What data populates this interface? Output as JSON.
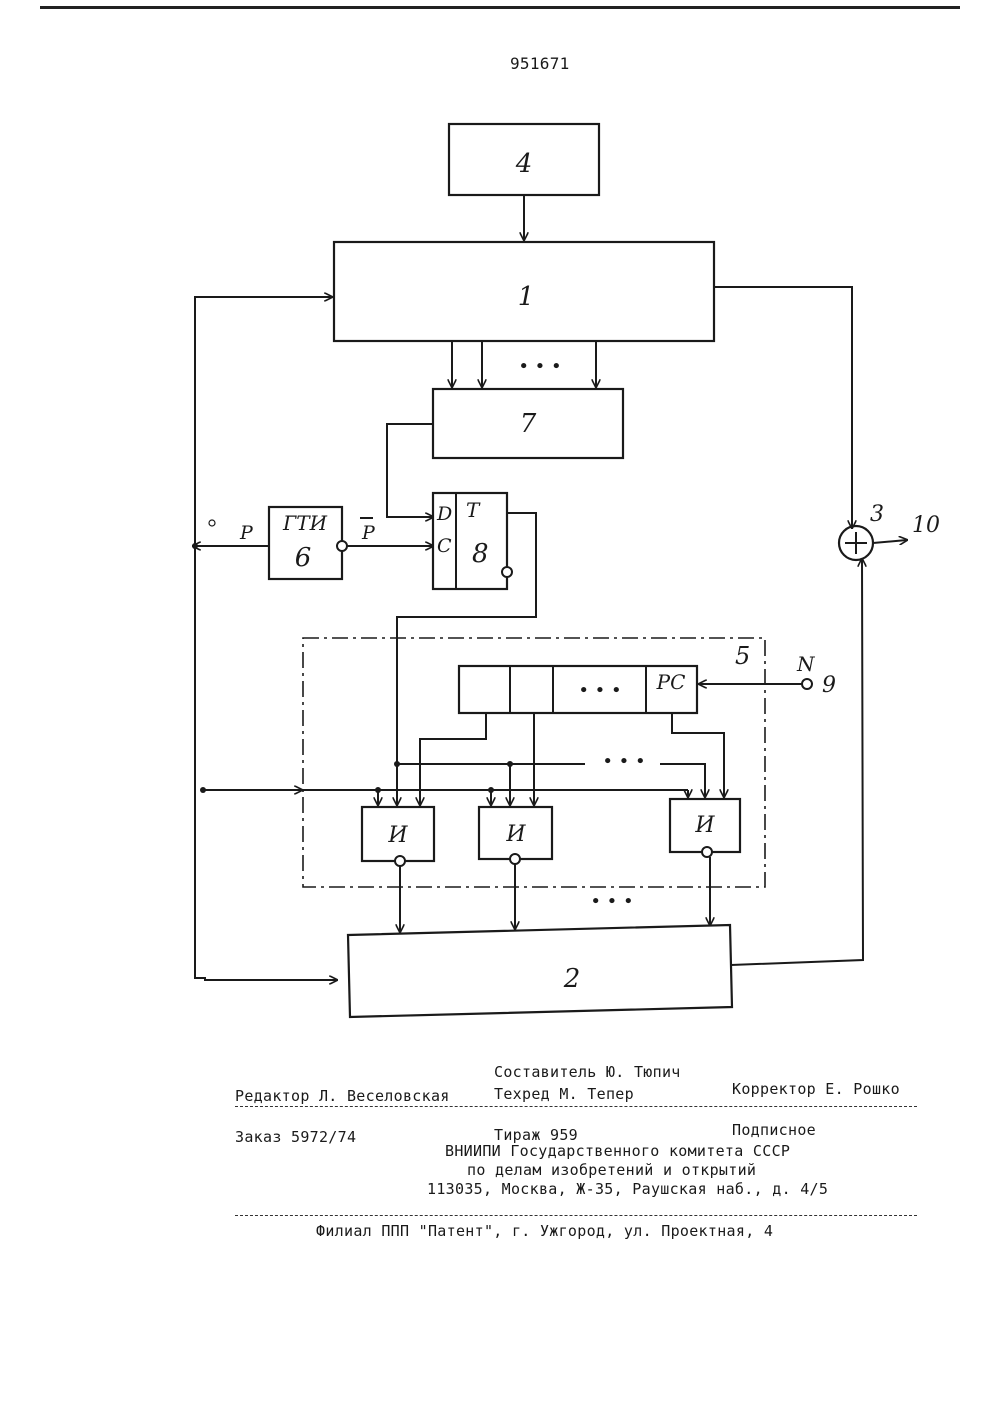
{
  "header": {
    "patent_number": "951671"
  },
  "diagram": {
    "blocks": {
      "b4": "4",
      "b1": "1",
      "b7": "7",
      "gen_title": "ГТИ",
      "gen_num": "6",
      "trig_d": "D",
      "trig_c": "C",
      "trig_t": "T",
      "trig_num": "8",
      "sum_num": "3",
      "out_num": "10",
      "group_num": "5",
      "reg_label": "РС",
      "in_n": "N",
      "in_num": "9",
      "and1": "И",
      "and2": "И",
      "and3": "И",
      "b2": "2"
    },
    "signals": {
      "p": "P",
      "p_bar": "P"
    },
    "ellipsis": "• • •"
  },
  "colophon": {
    "compiler": "Составитель Ю. Тюпич",
    "editor": "Редактор Л. Веселовская",
    "techred": "Техред М. Тепер",
    "corrector": "Корректор Е. Рошко",
    "order": "Заказ 5972/74",
    "circulation": "Тираж 959",
    "subscription": "Подписное",
    "org_line1": "ВНИИПИ Государственного комитета СССР",
    "org_line2": "по делам изобретений и открытий",
    "org_line3": "113035, Москва, Ж-35, Раушская наб., д. 4/5",
    "branch": "Филиал ППП \"Патент\", г. Ужгород, ул. Проектная, 4"
  }
}
